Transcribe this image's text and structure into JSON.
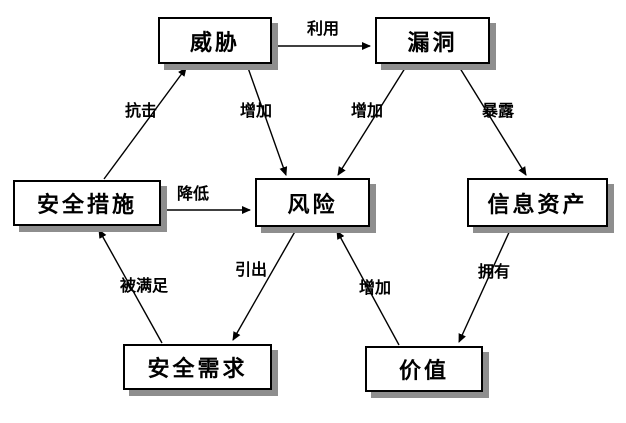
{
  "diagram": {
    "type": "relationship-diagram",
    "language": "zh-CN",
    "topic": "information security risk relationships",
    "colors": {
      "background": "#ffffff",
      "box_fill": "#ffffff",
      "box_border": "#000000",
      "box_shadow": "#8e8e8e",
      "line": "#000000",
      "text": "#000000"
    },
    "nodes": [
      {
        "id": "threat",
        "label": "威胁"
      },
      {
        "id": "vulnerability",
        "label": "漏洞"
      },
      {
        "id": "security-measures",
        "label": "安全措施"
      },
      {
        "id": "risk",
        "label": "风险"
      },
      {
        "id": "information-assets",
        "label": "信息资产"
      },
      {
        "id": "security-requirements",
        "label": "安全需求"
      },
      {
        "id": "value",
        "label": "价值"
      }
    ],
    "edges": [
      {
        "from": "威胁",
        "to": "漏洞",
        "label": "利用"
      },
      {
        "from": "安全措施",
        "to": "威胁",
        "label": "抗击"
      },
      {
        "from": "威胁",
        "to": "风险",
        "label": "增加"
      },
      {
        "from": "漏洞",
        "to": "风险",
        "label": "增加"
      },
      {
        "from": "漏洞",
        "to": "信息资产",
        "label": "暴露"
      },
      {
        "from": "安全措施",
        "to": "风险",
        "label": "降低"
      },
      {
        "from": "风险",
        "to": "安全需求",
        "label": "引出"
      },
      {
        "from": "安全需求",
        "to": "安全措施",
        "label": "被满足"
      },
      {
        "from": "价值",
        "to": "风险",
        "label": "增加"
      },
      {
        "from": "信息资产",
        "to": "价值",
        "label": "拥有"
      }
    ]
  }
}
